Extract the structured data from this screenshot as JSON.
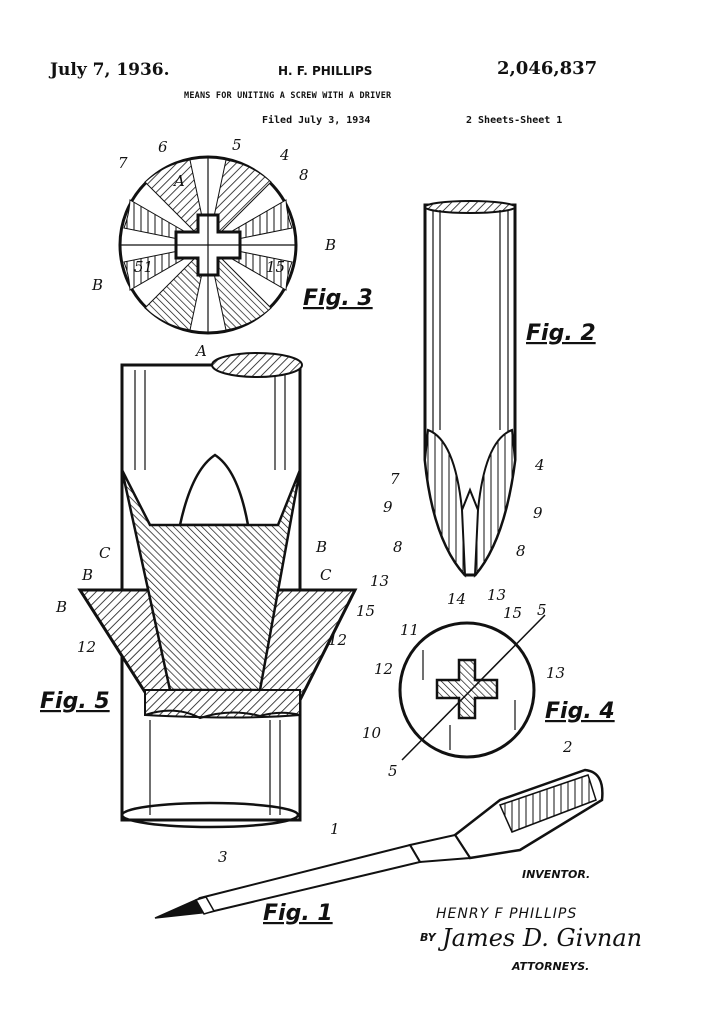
{
  "header": {
    "date": "July 7, 1936.",
    "inventor_header": "H. F. PHILLIPS",
    "patent_number": "2,046,837",
    "title": "MEANS FOR UNITING A SCREW WITH A DRIVER",
    "filed": "Filed July 3, 1934",
    "sheets": "2 Sheets-Sheet 1"
  },
  "figures": {
    "fig1": "Fig. 1",
    "fig2": "Fig. 2",
    "fig3": "Fig. 3",
    "fig4": "Fig. 4",
    "fig5": "Fig. 5"
  },
  "labels": {
    "n1": "1",
    "n2": "2",
    "n3": "3",
    "n4": "4",
    "n5": "5",
    "n6": "6",
    "n7": "7",
    "n8": "8",
    "n9": "9",
    "n10": "10",
    "n11": "11",
    "n12": "12",
    "n13": "13",
    "n14": "14",
    "n15": "15",
    "n51": "51",
    "A": "A",
    "B": "B",
    "C": "C"
  },
  "footer": {
    "inventor_label": "INVENTOR.",
    "inventor_name": "HENRY F PHILLIPS",
    "by": "BY",
    "signature": "James D. Givnan",
    "attorneys": "ATTORNEYS."
  }
}
